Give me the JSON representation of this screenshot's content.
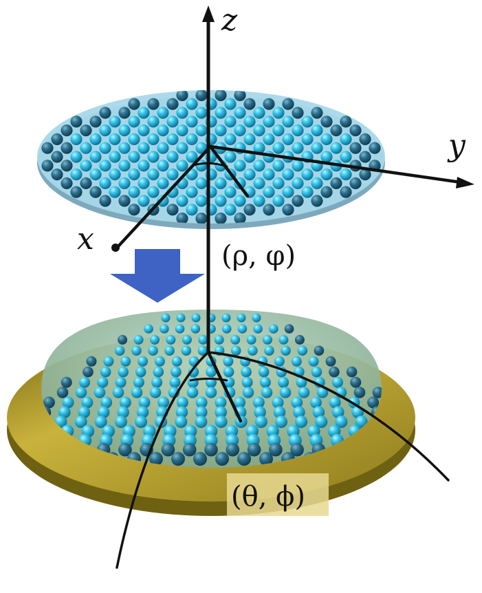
{
  "labels": {
    "z": "z",
    "y": "y",
    "x": "x",
    "planar_coords": "(ρ, φ)",
    "sphere_coords": "(θ, ϕ)"
  },
  "colors": {
    "flat_disk": "#9fd3e6",
    "sphere_rim": "#b9a02a",
    "sphere_cap": "#8fb49a",
    "atom_light": "#36c7ec",
    "atom_dark": "#1f5f7c",
    "arrow": "#3e63c4",
    "axis": "#111111",
    "label_bg": "#e8d891"
  },
  "icons": {
    "transform_arrow": "down-arrow-icon"
  }
}
